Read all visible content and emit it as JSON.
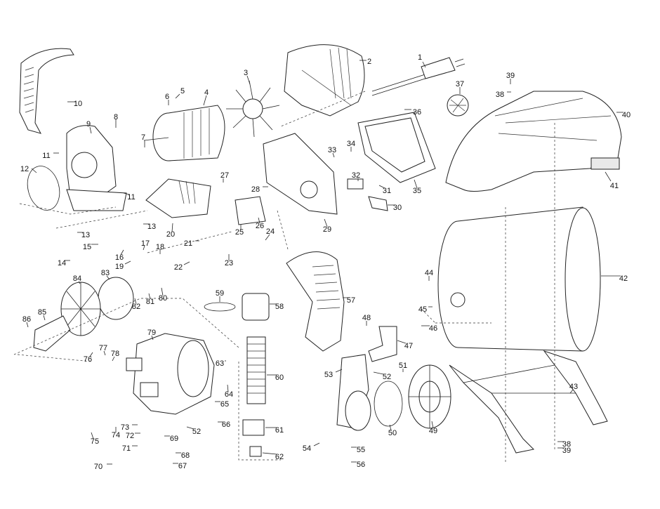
{
  "callouts": [
    {
      "id": "1",
      "label": "1"
    },
    {
      "id": "2",
      "label": "2"
    },
    {
      "id": "3",
      "label": "3"
    },
    {
      "id": "4",
      "label": "4"
    },
    {
      "id": "5",
      "label": "5"
    },
    {
      "id": "6",
      "label": "6"
    },
    {
      "id": "7",
      "label": "7"
    },
    {
      "id": "8",
      "label": "8"
    },
    {
      "id": "9",
      "label": "9"
    },
    {
      "id": "10",
      "label": "10"
    },
    {
      "id": "11a",
      "label": "11"
    },
    {
      "id": "11b",
      "label": "11"
    },
    {
      "id": "12",
      "label": "12"
    },
    {
      "id": "13a",
      "label": "13"
    },
    {
      "id": "13b",
      "label": "13"
    },
    {
      "id": "14",
      "label": "14"
    },
    {
      "id": "15",
      "label": "15"
    },
    {
      "id": "16",
      "label": "16"
    },
    {
      "id": "17",
      "label": "17"
    },
    {
      "id": "18",
      "label": "18"
    },
    {
      "id": "19",
      "label": "19"
    },
    {
      "id": "20",
      "label": "20"
    },
    {
      "id": "21",
      "label": "21"
    },
    {
      "id": "22",
      "label": "22"
    },
    {
      "id": "23",
      "label": "23"
    },
    {
      "id": "24",
      "label": "24"
    },
    {
      "id": "25",
      "label": "25"
    },
    {
      "id": "26",
      "label": "26"
    },
    {
      "id": "27",
      "label": "27"
    },
    {
      "id": "28",
      "label": "28"
    },
    {
      "id": "29",
      "label": "29"
    },
    {
      "id": "30",
      "label": "30"
    },
    {
      "id": "31",
      "label": "31"
    },
    {
      "id": "32",
      "label": "32"
    },
    {
      "id": "33",
      "label": "33"
    },
    {
      "id": "34",
      "label": "34"
    },
    {
      "id": "35",
      "label": "35"
    },
    {
      "id": "36",
      "label": "36"
    },
    {
      "id": "37",
      "label": "37"
    },
    {
      "id": "38a",
      "label": "38"
    },
    {
      "id": "38b",
      "label": "38"
    },
    {
      "id": "39a",
      "label": "39"
    },
    {
      "id": "39b",
      "label": "39"
    },
    {
      "id": "40",
      "label": "40"
    },
    {
      "id": "41",
      "label": "41"
    },
    {
      "id": "42",
      "label": "42"
    },
    {
      "id": "43",
      "label": "43"
    },
    {
      "id": "44",
      "label": "44"
    },
    {
      "id": "45",
      "label": "45"
    },
    {
      "id": "46",
      "label": "46"
    },
    {
      "id": "47",
      "label": "47"
    },
    {
      "id": "48",
      "label": "48"
    },
    {
      "id": "49",
      "label": "49"
    },
    {
      "id": "50",
      "label": "50"
    },
    {
      "id": "51",
      "label": "51"
    },
    {
      "id": "52a",
      "label": "52"
    },
    {
      "id": "52b",
      "label": "52"
    },
    {
      "id": "53",
      "label": "53"
    },
    {
      "id": "54",
      "label": "54"
    },
    {
      "id": "55",
      "label": "55"
    },
    {
      "id": "56",
      "label": "56"
    },
    {
      "id": "57",
      "label": "57"
    },
    {
      "id": "58",
      "label": "58"
    },
    {
      "id": "59",
      "label": "59"
    },
    {
      "id": "60",
      "label": "60"
    },
    {
      "id": "61",
      "label": "61"
    },
    {
      "id": "62",
      "label": "62"
    },
    {
      "id": "63",
      "label": "63"
    },
    {
      "id": "64",
      "label": "64"
    },
    {
      "id": "65",
      "label": "65"
    },
    {
      "id": "66",
      "label": "66"
    },
    {
      "id": "67",
      "label": "67"
    },
    {
      "id": "68",
      "label": "68"
    },
    {
      "id": "69",
      "label": "69"
    },
    {
      "id": "70",
      "label": "70"
    },
    {
      "id": "71",
      "label": "71"
    },
    {
      "id": "72",
      "label": "72"
    },
    {
      "id": "73",
      "label": "73"
    },
    {
      "id": "74",
      "label": "74"
    },
    {
      "id": "75",
      "label": "75"
    },
    {
      "id": "76",
      "label": "76"
    },
    {
      "id": "77",
      "label": "77"
    },
    {
      "id": "78",
      "label": "78"
    },
    {
      "id": "79",
      "label": "79"
    },
    {
      "id": "80",
      "label": "80"
    },
    {
      "id": "81",
      "label": "81"
    },
    {
      "id": "82",
      "label": "82"
    },
    {
      "id": "83",
      "label": "83"
    },
    {
      "id": "84",
      "label": "84"
    },
    {
      "id": "85",
      "label": "85"
    },
    {
      "id": "86",
      "label": "86"
    }
  ],
  "colors": {
    "line": "#222222",
    "background": "#ffffff",
    "shade": "#e9e9e9"
  }
}
